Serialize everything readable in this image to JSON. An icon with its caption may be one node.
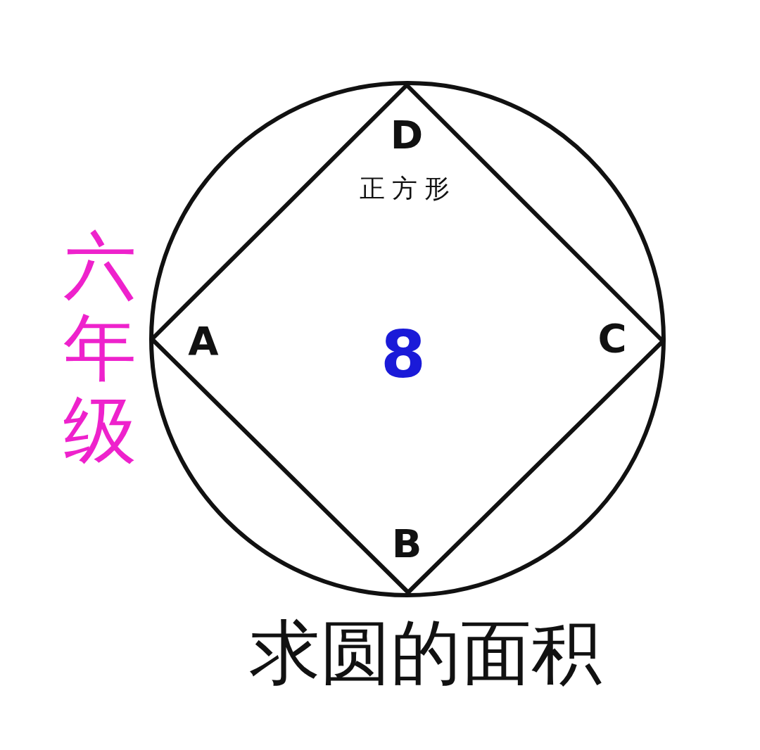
{
  "diagram": {
    "labels": [
      "D",
      "正方形",
      "六年级",
      "A",
      "8",
      "C",
      "B",
      "求圆的面积"
    ]
  }
}
